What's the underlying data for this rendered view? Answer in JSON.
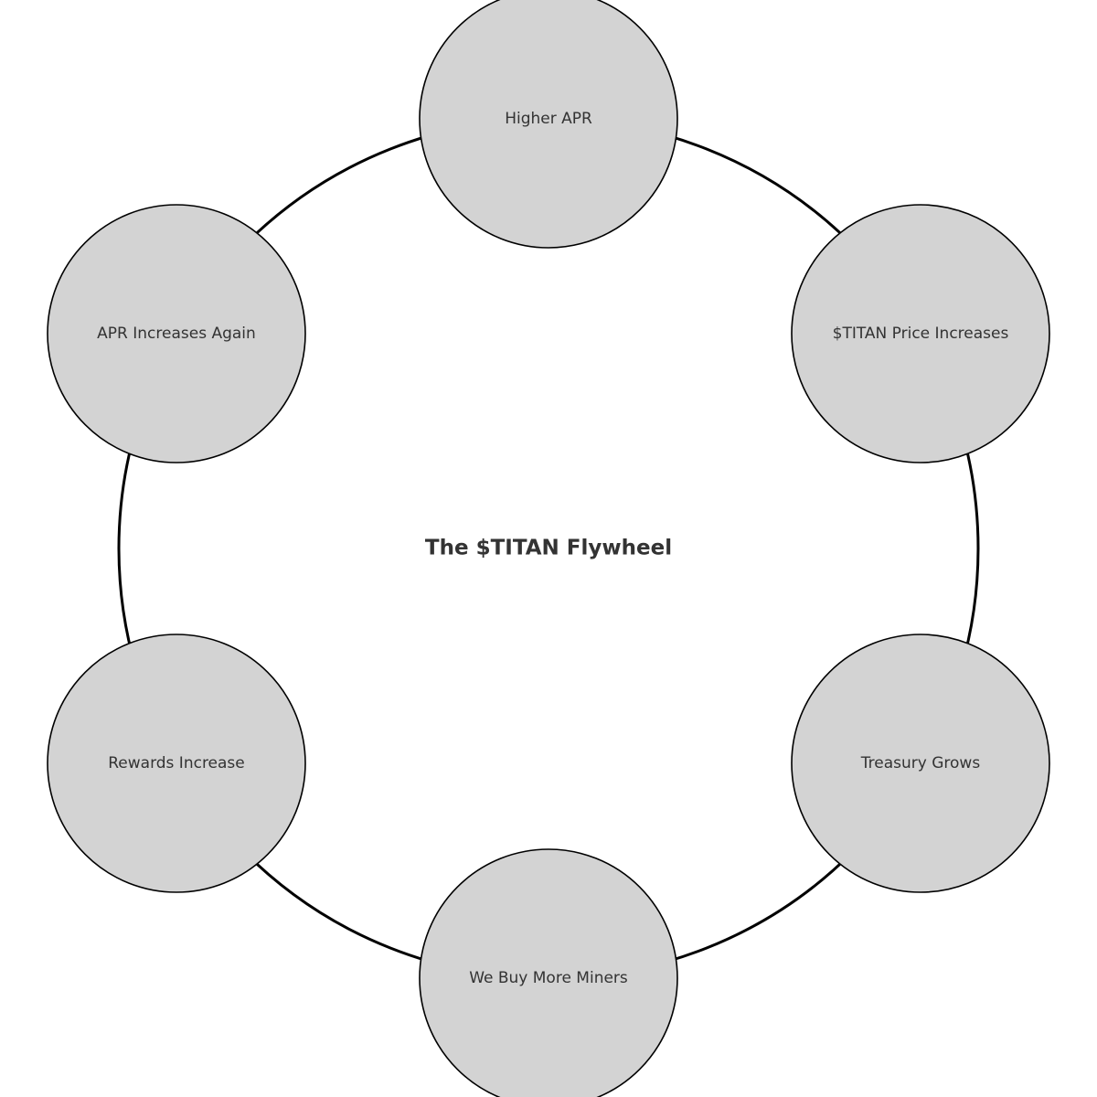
{
  "title": "The $TITAN Flywheel",
  "nodes": [
    {
      "label": "Higher APR"
    },
    {
      "label": "$TITAN Price Increases"
    },
    {
      "label": "Treasury Grows"
    },
    {
      "label": "We Buy More Miners"
    },
    {
      "label": "Rewards Increase"
    },
    {
      "label": "APR Increases Again"
    }
  ],
  "colors": {
    "node_fill": "#d3d3d3",
    "node_stroke": "#000000",
    "ring_stroke": "#000000",
    "text": "#333333",
    "background": "#ffffff"
  }
}
